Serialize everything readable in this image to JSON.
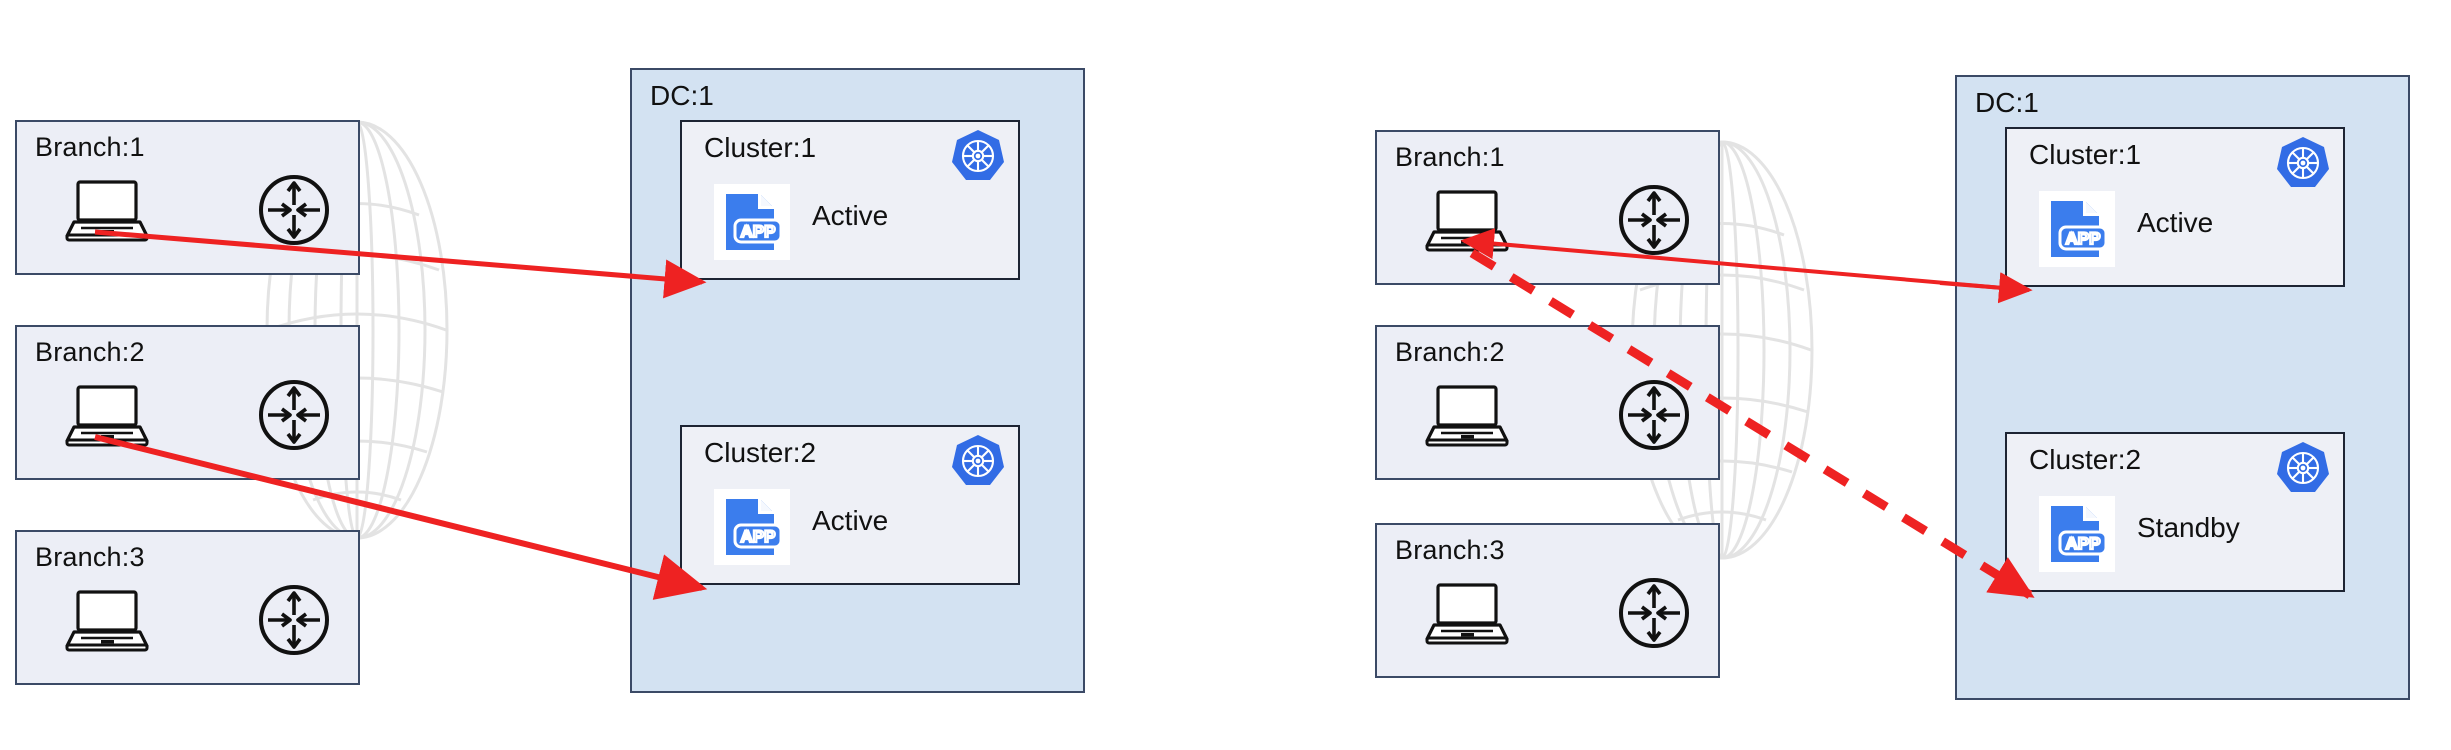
{
  "colors": {
    "branch_fill": "#eceef6",
    "branch_stroke": "#3b4a66",
    "dc_fill": "#d3e2f2",
    "cluster_fill": "#eef0f6",
    "cluster_stroke": "#1d2433",
    "link_red": "#ee2222",
    "k8s_blue": "#326ce5",
    "app_blue": "#3b7ded",
    "globe_gray": "#e2e2e2"
  },
  "icons": {
    "laptop": "laptop-icon",
    "router": "router-icon",
    "kubernetes": "kubernetes-icon",
    "app": "app-icon",
    "globe": "globe-icon"
  },
  "left": {
    "branches": [
      {
        "label": "Branch:1"
      },
      {
        "label": "Branch:2"
      },
      {
        "label": "Branch:3"
      }
    ],
    "dc": {
      "label": "DC:1",
      "clusters": [
        {
          "label": "Cluster:1",
          "state": "Active"
        },
        {
          "label": "Cluster:2",
          "state": "Active"
        }
      ]
    },
    "links": [
      {
        "from": "Branch:1",
        "to": "Cluster:1",
        "style": "solid"
      },
      {
        "from": "Branch:2",
        "to": "Cluster:2",
        "style": "solid"
      }
    ]
  },
  "right": {
    "branches": [
      {
        "label": "Branch:1"
      },
      {
        "label": "Branch:2"
      },
      {
        "label": "Branch:3"
      }
    ],
    "dc": {
      "label": "DC:1",
      "clusters": [
        {
          "label": "Cluster:1",
          "state": "Active"
        },
        {
          "label": "Cluster:2",
          "state": "Standby"
        }
      ]
    },
    "links": [
      {
        "from": "Cluster:1",
        "to": "Branch:1",
        "style": "solid"
      },
      {
        "from": "Branch:1",
        "to": "Cluster:2",
        "style": "dashed"
      }
    ]
  }
}
